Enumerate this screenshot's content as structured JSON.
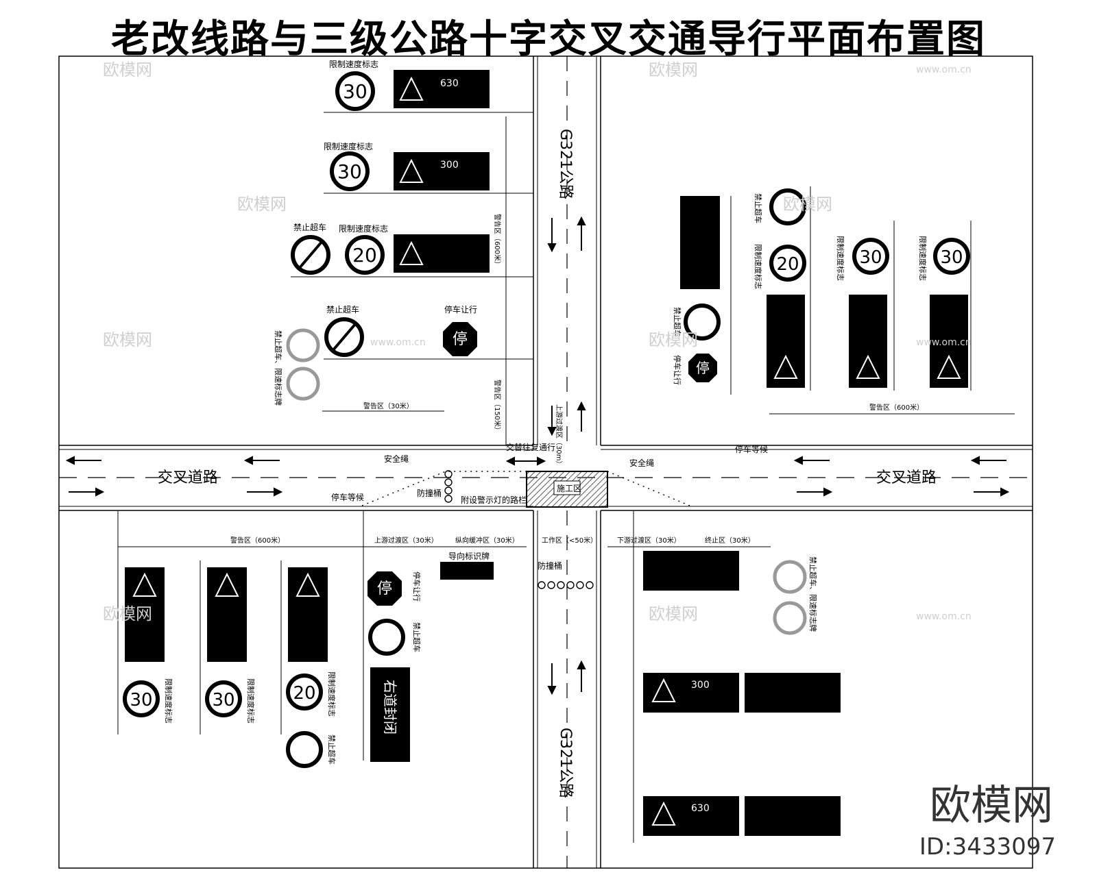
{
  "title": "老改线路与三级公路十字交叉交通导行平面布置图",
  "roads": {
    "main_road": "G321公路",
    "cross_road": "交叉道路"
  },
  "labels": {
    "speed_sign": "限制速度标志",
    "no_overtake": "禁止超车",
    "stop_yield": "停车让行",
    "stop_wait": "停车等候",
    "safety_rope": "安全绳",
    "barrier": "防撞桶",
    "lamp_barrier": "附设警示灯的路栏",
    "guide_sign": "导向标识牌",
    "alternate_pass": "交替往复通行",
    "no_overtake_speed_limit": "禁止超车、限速标志牌",
    "stop_glyph": "停",
    "work_zone_box": "施工区",
    "detour_sign_text": "右道封闭"
  },
  "speed_values": {
    "s30": "30",
    "s20": "20"
  },
  "distance_values": {
    "d630": "630",
    "d300": "300"
  },
  "zone_labels": {
    "warning_zone_600": "警告区（600米）",
    "warning_zone_30": "警告区（30米）",
    "upstream_transition": "上游过渡区（30米）",
    "buffer_zone": "纵向缓冲区（30米）",
    "work_zone": "工作区（<50米）",
    "downstream_transition": "下游过渡区（30米）",
    "termination_zone": "终止区（30米）",
    "vertical_warning_600": "警告区（600米）",
    "vertical_150": "警告区（150米）",
    "vertical_30": "上游过渡区（30m）"
  },
  "watermark": {
    "brand": "欧模网",
    "url": "www.om.cn",
    "id": "ID:3433097"
  },
  "colors": {
    "ink": "#000000",
    "watermark": "#cfcfcf",
    "hatch": "#555555"
  }
}
